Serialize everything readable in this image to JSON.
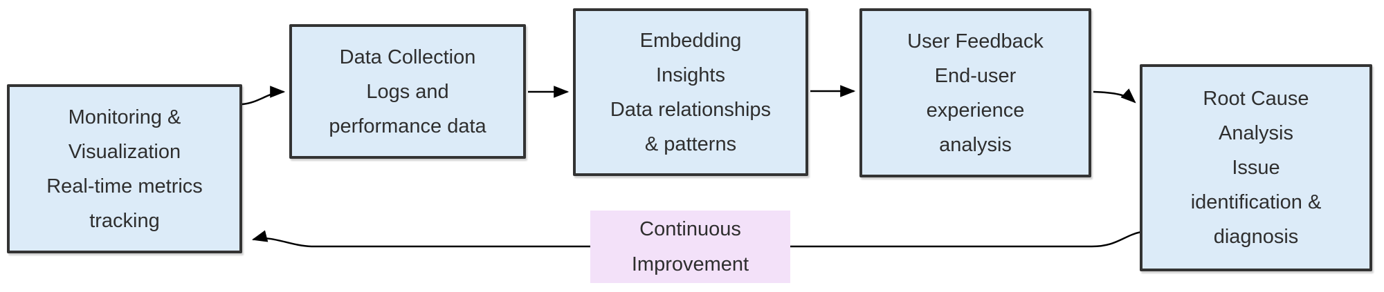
{
  "diagram": {
    "nodes": [
      {
        "id": "monitoring-visualization",
        "lines": [
          "Monitoring &",
          "Visualization",
          "Real-time metrics",
          "tracking"
        ]
      },
      {
        "id": "data-collection",
        "lines": [
          "Data Collection",
          "Logs and",
          "performance data"
        ]
      },
      {
        "id": "embedding-insights",
        "lines": [
          "Embedding",
          "Insights",
          "Data relationships",
          "& patterns"
        ]
      },
      {
        "id": "user-feedback",
        "lines": [
          "User Feedback",
          "End-user",
          "experience",
          "analysis"
        ]
      },
      {
        "id": "root-cause-analysis",
        "lines": [
          "Root Cause",
          "Analysis",
          "Issue",
          "identification &",
          "diagnosis"
        ]
      }
    ],
    "edge_label": {
      "id": "continuous-improvement",
      "lines": [
        "Continuous",
        "Improvement"
      ]
    },
    "edges": [
      {
        "from": "monitoring-visualization",
        "to": "data-collection",
        "style": "curved"
      },
      {
        "from": "data-collection",
        "to": "embedding-insights",
        "style": "straight"
      },
      {
        "from": "embedding-insights",
        "to": "user-feedback",
        "style": "straight"
      },
      {
        "from": "user-feedback",
        "to": "root-cause-analysis",
        "style": "curved"
      },
      {
        "from": "root-cause-analysis",
        "to": "monitoring-visualization",
        "style": "feedback-loop",
        "label": "Continuous Improvement"
      }
    ],
    "colors": {
      "node_fill": "#dcebf8",
      "node_border": "#333333",
      "label_fill": "#f3e1f9",
      "text": "#2e2e2e",
      "arrow": "#000000"
    }
  }
}
